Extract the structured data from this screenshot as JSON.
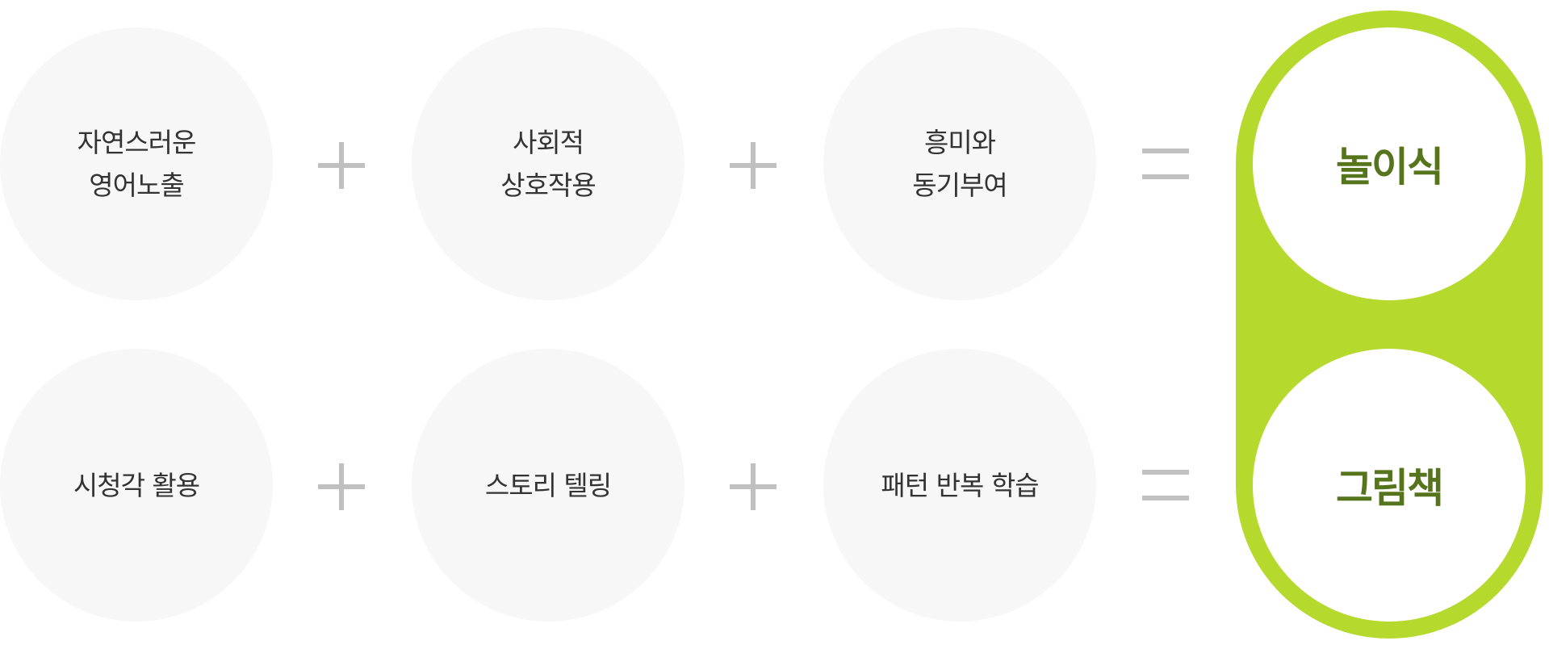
{
  "row1": {
    "item1": {
      "line1": "자연스러운",
      "line2": "영어노출"
    },
    "item2": {
      "line1": "사회적",
      "line2": "상호작용"
    },
    "item3": {
      "line1": "흥미와",
      "line2": "동기부여"
    },
    "result": "놀이식"
  },
  "row2": {
    "item1": "시청각 활용",
    "item2": "스토리 텔링",
    "item3": "패턴 반복 학습",
    "result": "그림책"
  },
  "colors": {
    "circle_bg": "#f7f7f7",
    "operator": "#c0c0c0",
    "accent": "#b5d92d",
    "result_text": "#55741c",
    "text": "#333333"
  }
}
